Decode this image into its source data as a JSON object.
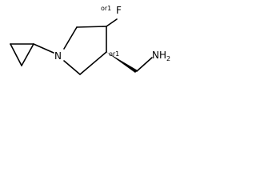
{
  "molecule": {
    "atoms": {
      "nitrogen": "N",
      "fluorine": "F",
      "amine": "NH",
      "amine_subscript": "2"
    },
    "stereo_labels": {
      "fluoro_carbon": "or1",
      "methylene_carbon": "or1"
    }
  }
}
